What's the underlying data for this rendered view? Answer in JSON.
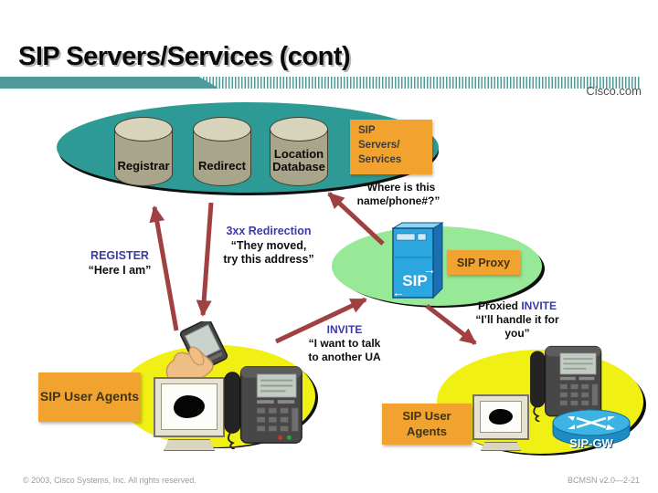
{
  "slide": {
    "title": "SIP Servers/Services (cont)",
    "brand": "Cisco.com",
    "footer_left": "© 2003, Cisco Systems, Inc. All rights reserved.",
    "footer_right": "BCMSN v2.0—2-21"
  },
  "colors": {
    "header_bar_teal": "#4E9B99",
    "servers_ellipse_teal": "#2E9A96",
    "proxy_ellipse_green": "#97E897",
    "user_agents_ellipse_yellow": "#F0F014",
    "label_box_orange": "#F2A22E",
    "arrow_red": "#A04040",
    "keyword_navy": "#3A3AA8",
    "cylinder_tan": "#A9A58A",
    "server_blue": "#2BA6DF"
  },
  "servers_group": {
    "box_label_lines": [
      "SIP",
      "Servers/",
      "Services"
    ],
    "databases": [
      {
        "label": "Registrar"
      },
      {
        "label": "Redirect"
      },
      {
        "label": "Location Database"
      }
    ]
  },
  "proxy_group": {
    "box_label": "SIP Proxy",
    "sip_logo": "SIP"
  },
  "gateway": {
    "label": "SIP-GW"
  },
  "user_agents": {
    "left_label": "SIP User Agents",
    "right_label": "SIP User Agents"
  },
  "messages": {
    "where_query": {
      "lines": [
        "“Where is this",
        "name/phone#?”"
      ]
    },
    "register": {
      "keyword": "REGISTER",
      "lines": [
        "“Here I am”"
      ]
    },
    "redirection": {
      "keyword": "3xx Redirection",
      "lines": [
        "“They moved,",
        "try this address”"
      ]
    },
    "invite": {
      "keyword": "INVITE",
      "lines": [
        "“I want to talk",
        "to another UA"
      ]
    },
    "proxied_invite": {
      "prefix": "Proxied",
      "keyword": "INVITE",
      "lines": [
        "“I’ll handle it for",
        "you”"
      ]
    }
  },
  "icons": {
    "database": "tan-cylinder",
    "sip_server": "blue-tower",
    "ip_phone": "desk-phone",
    "desktop_computer": "beige-monitor",
    "pda_in_hand": "hand-holding-pda",
    "sip_gateway": "blue-router-cylinder",
    "message_arrow": "red-line-arrowhead"
  }
}
